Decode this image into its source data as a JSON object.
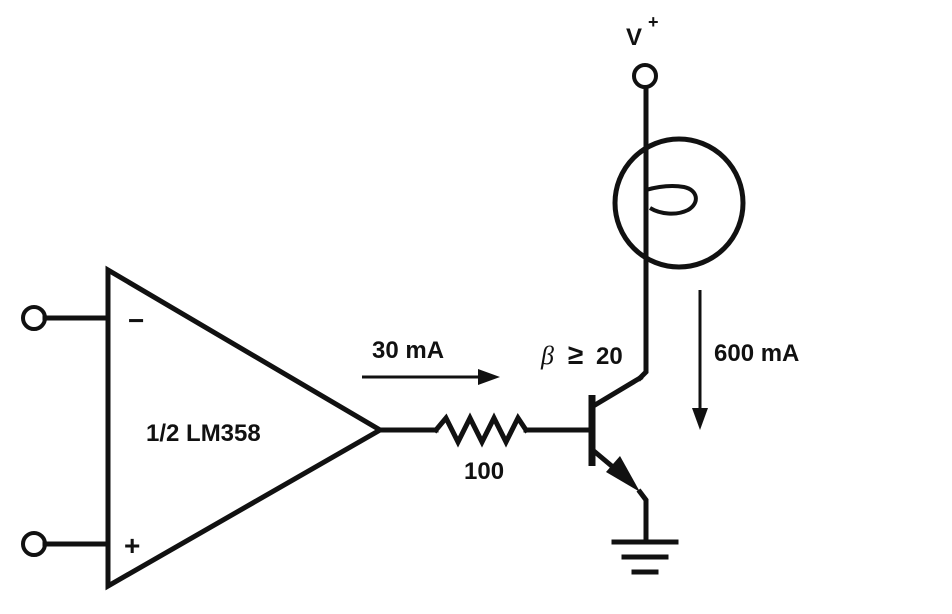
{
  "amp": {
    "label": "1/2 LM358",
    "minus": "−",
    "plus": "+"
  },
  "resistor": {
    "value": "100"
  },
  "current_in": {
    "label": "30 mA"
  },
  "transistor": {
    "beta_symbol": "β",
    "beta_rel": "≥",
    "beta_value": "20"
  },
  "current_out": {
    "label": "600 mA"
  },
  "supply": {
    "label": "V",
    "sup": "+"
  },
  "colors": {
    "ink": "#111111",
    "background": "#ffffff"
  }
}
